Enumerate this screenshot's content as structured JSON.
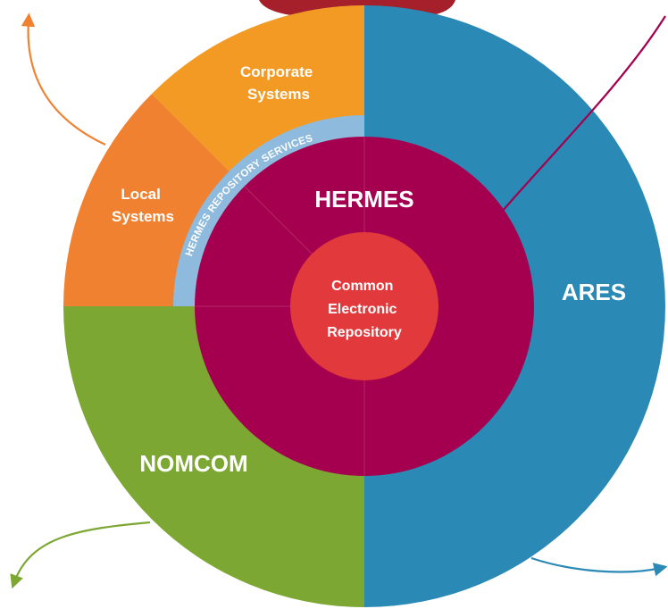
{
  "diagram": {
    "segments": {
      "corporate": {
        "label_line1": "Corporate",
        "label_line2": "Systems",
        "color": "#F39A24"
      },
      "local": {
        "label_line1": "Local",
        "label_line2": "Systems",
        "color": "#F08130"
      },
      "nomcom": {
        "label": "NOMCOM",
        "color": "#7DA733"
      },
      "ares": {
        "label": "ARES",
        "color": "#2B89B6"
      }
    },
    "services_ring": {
      "label": "HERMES REPOSITORY SERVICES",
      "color": "#8DBADD"
    },
    "hermes": {
      "label": "HERMES",
      "color": "#A5004F"
    },
    "core": {
      "line1": "Common",
      "line2": "Electronic",
      "line3": "Repository",
      "color": "#E23A3C"
    },
    "top_shape_color": "#A6202B",
    "arrow_colors": {
      "orange": "#F08130",
      "magenta": "#A5004F",
      "green": "#7DA733",
      "blue": "#2B89B6"
    }
  }
}
